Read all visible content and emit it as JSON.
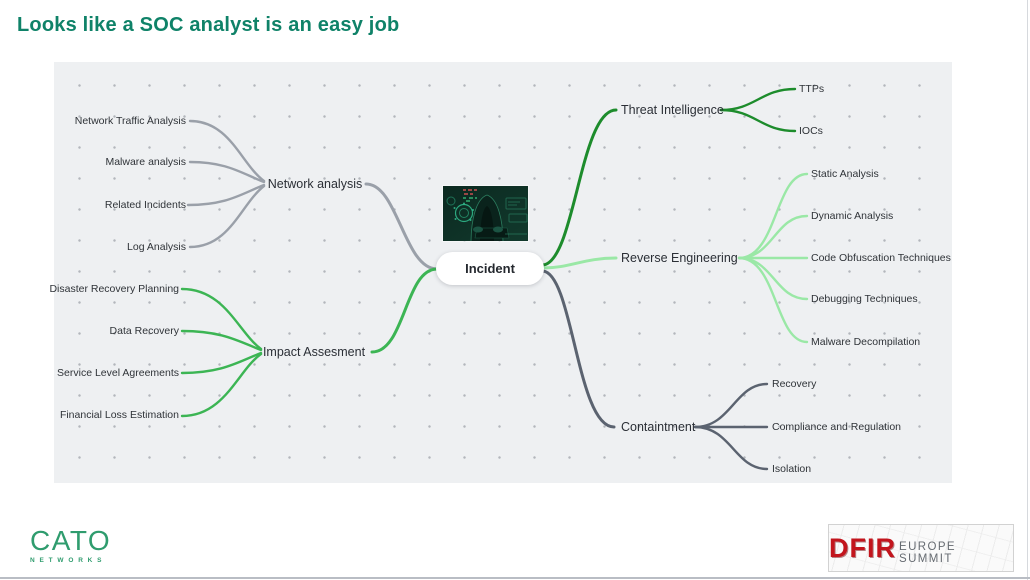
{
  "slide": {
    "title": "Looks like a SOC analyst is an easy job",
    "title_color": "#0f8268"
  },
  "mindmap": {
    "center": {
      "label": "Incident",
      "image_alt": "hooded-hacker-at-laptop"
    },
    "branches": [
      {
        "label": "Network analysis",
        "color": "#9aa0a9",
        "children": [
          "Network Traffic Analysis",
          "Malware analysis",
          "Related Incidents",
          "Log Analysis"
        ]
      },
      {
        "label": "Impact Assesment",
        "color": "#3cb554",
        "children": [
          "Disaster Recovery Planning",
          "Data Recovery",
          "Service Level Agreements",
          "Financial Loss Estimation"
        ]
      },
      {
        "label": "Threat Intelligence",
        "color": "#1d8c2c",
        "children": [
          "TTPs",
          "IOCs"
        ]
      },
      {
        "label": "Reverse Engineering",
        "color": "#9ae8a6",
        "children": [
          "Static Analysis",
          "Dynamic Analysis",
          "Code Obfuscation Techniques",
          "Debugging Techniques",
          "Malware Decompilation"
        ]
      },
      {
        "label": "Containtment",
        "color": "#5b6370",
        "children": [
          "Recovery",
          "Compliance and Regulation",
          "Isolation"
        ]
      }
    ]
  },
  "footer": {
    "cato": {
      "name": "CATO",
      "sub": "NETWORKS",
      "color": "#2f9c6e"
    },
    "dfir": {
      "name": "DFIR",
      "sub": "EUROPE SUMMIT",
      "name_color": "#c3151d",
      "sub_color": "#666b71"
    }
  }
}
